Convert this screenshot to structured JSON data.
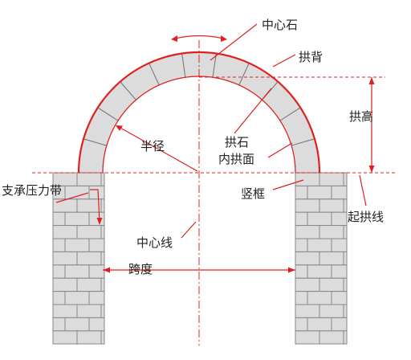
{
  "labels": {
    "keystone": "中心石",
    "extrados": "拱背",
    "rise": "拱高",
    "radius": "半径",
    "voussoir": "拱石",
    "intrados": "内拱面",
    "support_band": "支承压力带",
    "springing_block": "竖框",
    "springing_line": "起拱线",
    "center_line": "中心线",
    "span": "跨度"
  },
  "colors": {
    "annotation": "#e02020",
    "stone": "#dcdcdc",
    "outline": "#777777"
  }
}
